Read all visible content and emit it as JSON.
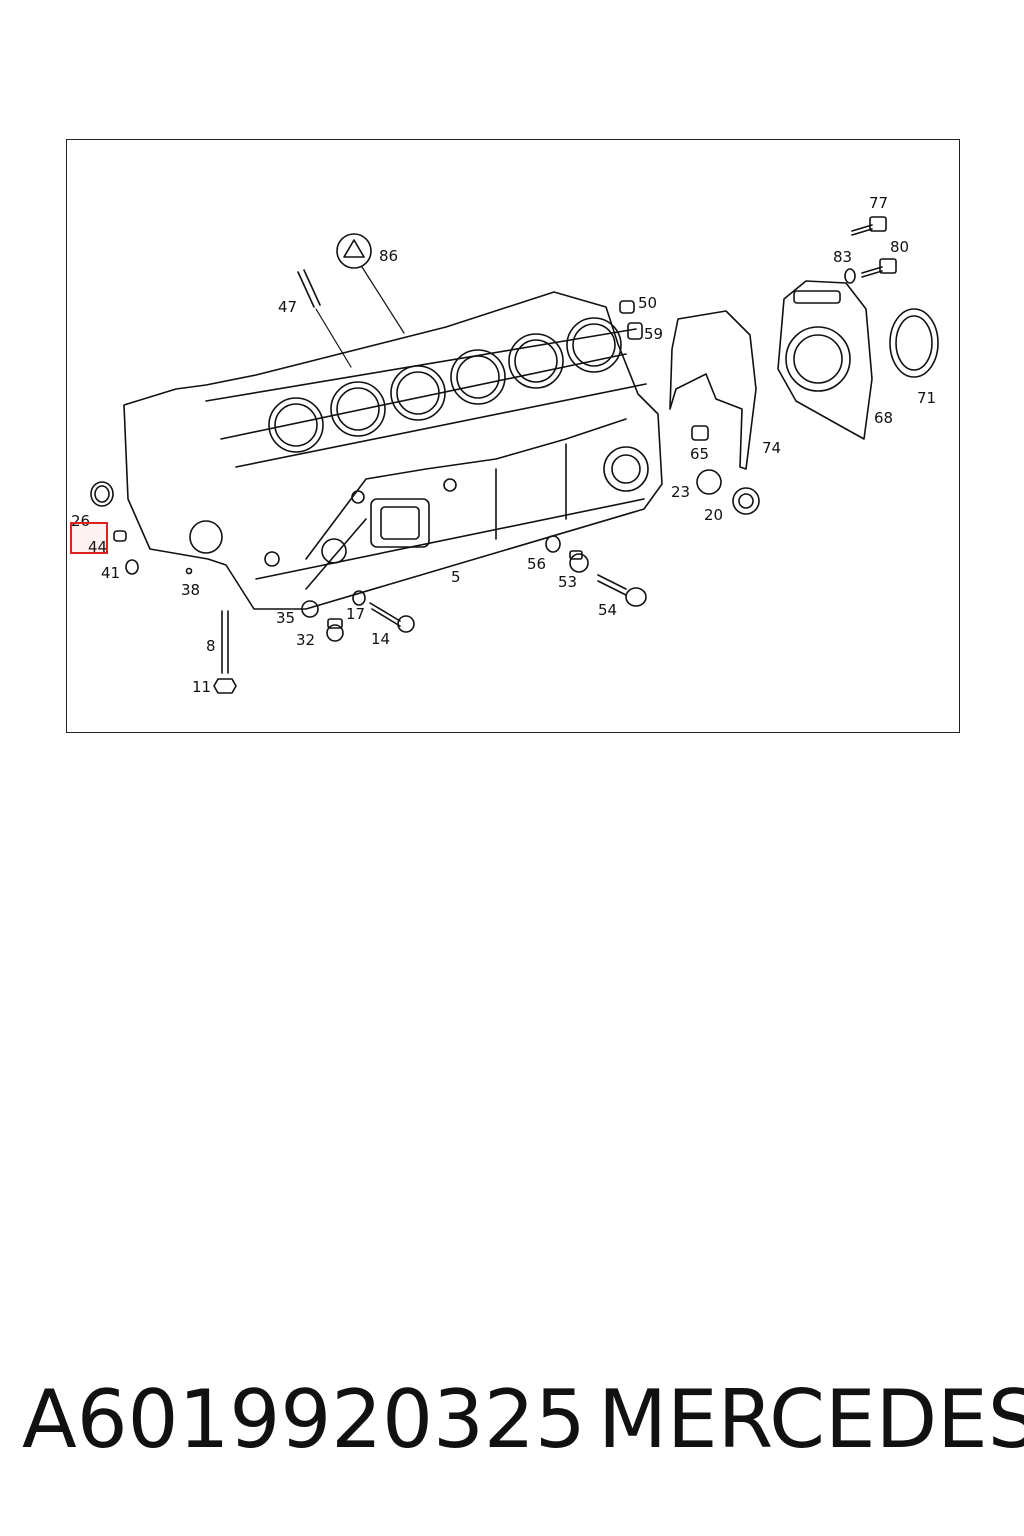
{
  "diagram": {
    "callouts": {
      "c5": "5",
      "c8": "8",
      "c11": "11",
      "c14": "14",
      "c17": "17",
      "c20": "20",
      "c23": "23",
      "c26": "26",
      "c32": "32",
      "c35": "35",
      "c38": "38",
      "c41": "41",
      "c44": "44",
      "c47": "47",
      "c50": "50",
      "c53": "53",
      "c54": "54",
      "c56": "56",
      "c59": "59",
      "c65": "65",
      "c68": "68",
      "c71": "71",
      "c74": "74",
      "c77": "77",
      "c80": "80",
      "c83": "83",
      "c86": "86"
    },
    "highlight_callout": "44",
    "highlight_color": "#e02020"
  },
  "footer": {
    "part_number": "A6019920325",
    "brand": "MERCEDES"
  }
}
